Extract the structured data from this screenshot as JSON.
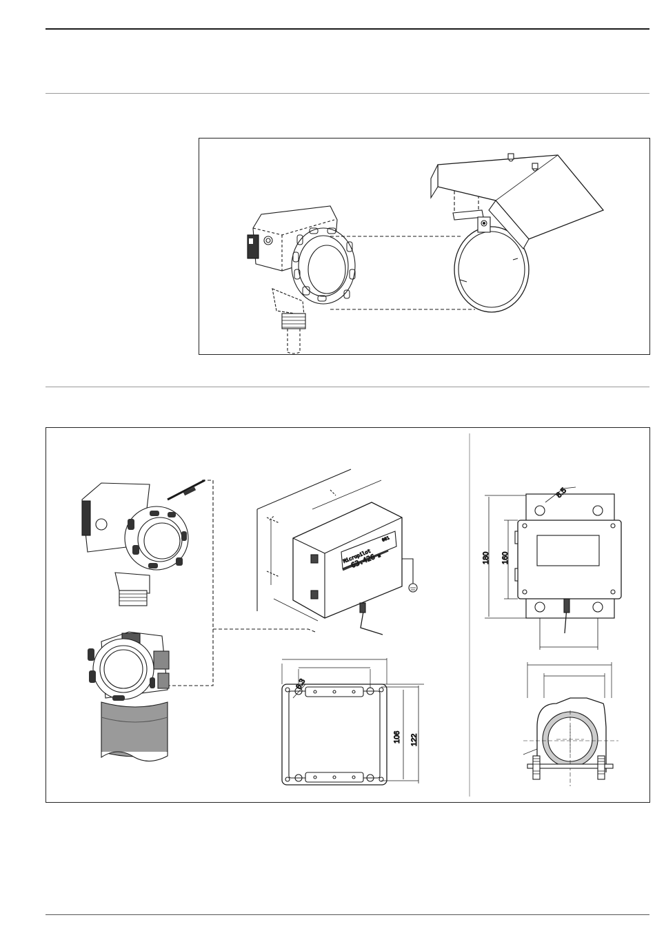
{
  "figure_weather_cover": {
    "parts": [
      "transmitter-housing",
      "pipe-clamp",
      "weather-protection-cover"
    ]
  },
  "figure_remote_display": {
    "display_box": {
      "brand": "Micropilot",
      "reading": "63.426",
      "reading_unit": "m",
      "code": "001"
    },
    "wall_plate": {
      "dims": [
        "6.3",
        "106",
        "122"
      ]
    },
    "pipe_mount_plate": {
      "dims": [
        "8.5",
        "180",
        "160"
      ]
    }
  }
}
